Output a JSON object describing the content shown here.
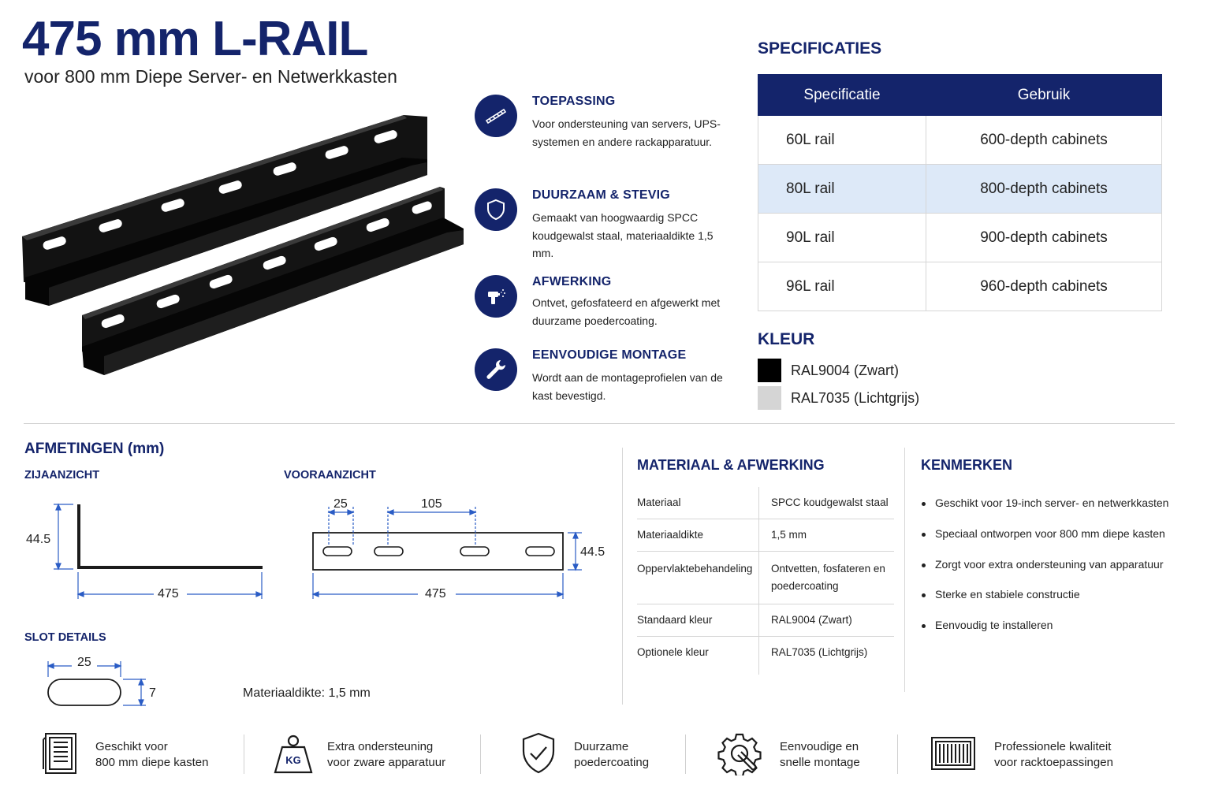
{
  "header": {
    "title": "475 mm L-RAIL",
    "subtitle": "voor 800 mm Diepe Server- en Netwerkkasten"
  },
  "features": [
    {
      "icon": "rail-icon",
      "title": "TOEPASSING",
      "desc": "Voor ondersteuning van servers, UPS-systemen en andere rackapparatuur."
    },
    {
      "icon": "shield-icon",
      "title": "DUURZAAM & STEVIG",
      "desc": "Gemaakt van hoogwaardig SPCC koudgewalst staal, materiaaldikte 1,5 mm."
    },
    {
      "icon": "spray-gun-icon",
      "title": "AFWERKING",
      "desc": "Ontvet, gefosfateerd en afgewerkt met duurzame poedercoating."
    },
    {
      "icon": "wrench-icon",
      "title": "EENVOUDIGE MONTAGE",
      "desc": "Wordt aan de montageprofielen van de kast bevestigd."
    }
  ],
  "specs": {
    "heading": "SPECIFICATIES",
    "headers": [
      "Specificatie",
      "Gebruik"
    ],
    "rows": [
      [
        "60L rail",
        "600-depth cabinets"
      ],
      [
        "80L rail",
        "800-depth cabinets"
      ],
      [
        "90L rail",
        "900-depth cabinets"
      ],
      [
        "96L rail",
        "960-depth cabinets"
      ]
    ],
    "highlight_row": 1
  },
  "kleur": {
    "heading": "KLEUR",
    "items": [
      {
        "label": "RAL9004 (Zwart)",
        "color": "#000000"
      },
      {
        "label": "RAL7035 (Lichtgrijs)",
        "color": "#d5d5d5"
      }
    ]
  },
  "afmetingen": {
    "heading": "AFMETINGEN (mm)",
    "side_view": {
      "label": "ZIJAANZICHT",
      "height": "44.5",
      "length": "475"
    },
    "front_view": {
      "label": "VOORAANZICHT",
      "slot_width": "25",
      "slot_spacing": "105",
      "height": "44.5",
      "length": "475"
    },
    "slot_details": {
      "label": "SLOT DETAILS",
      "width": "25",
      "height": "7"
    },
    "thickness": "Materiaaldikte: 1,5 mm"
  },
  "materiaal": {
    "heading": "MATERIAAL & AFWERKING",
    "rows": [
      [
        "Materiaal",
        "SPCC koudgewalst staal"
      ],
      [
        "Materiaaldikte",
        "1,5 mm"
      ],
      [
        "Oppervlaktebehandeling",
        "Ontvetten, fosfateren en poedercoating"
      ],
      [
        "Standaard kleur",
        "RAL9004 (Zwart)"
      ],
      [
        "Optionele kleur",
        "RAL7035 (Lichtgrijs)"
      ]
    ]
  },
  "kenmerken": {
    "heading": "KENMERKEN",
    "items": [
      "Geschikt voor 19-inch server- en netwerkkasten",
      "Speciaal ontworpen voor 800 mm diepe kasten",
      "Zorgt voor extra ondersteuning van apparatuur",
      "Sterke en stabiele constructie",
      "Eenvoudig te installeren"
    ]
  },
  "bottom": [
    {
      "icon": "cabinet-icon",
      "text": [
        "Geschikt voor",
        "800 mm diepe kasten"
      ]
    },
    {
      "icon": "kg-weight-icon",
      "kg_label": "KG",
      "text": [
        "Extra ondersteuning",
        "voor zware apparatuur"
      ]
    },
    {
      "icon": "shield-check-icon",
      "text": [
        "Duurzame",
        "poedercoating"
      ]
    },
    {
      "icon": "gear-wrench-icon",
      "text": [
        "Eenvoudige en",
        "snelle montage"
      ]
    },
    {
      "icon": "rack-panel-icon",
      "text": [
        "Professionele kwaliteit",
        "voor racktoepassingen"
      ]
    }
  ],
  "colors": {
    "navy": "#14246b",
    "highlight": "#dde9f8",
    "dim_line": "#2a5cc5"
  }
}
